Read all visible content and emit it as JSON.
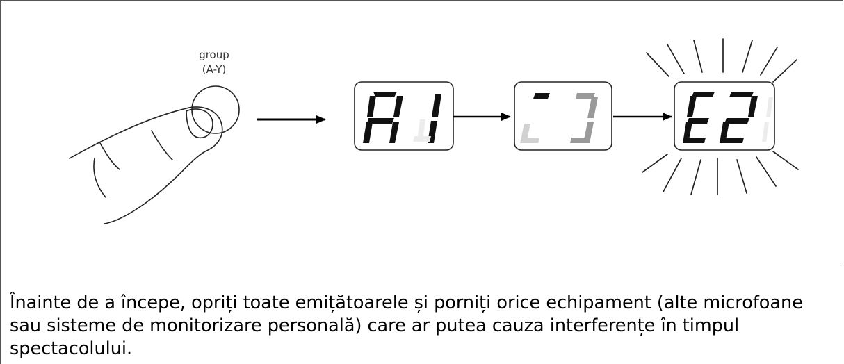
{
  "button": {
    "label_line1": "group",
    "label_line2": "(A-Y)"
  },
  "displays": [
    {
      "id": "start",
      "chars": [
        "A",
        "1"
      ],
      "state": "current"
    },
    {
      "id": "scanning",
      "chars": [
        "[",
        "]"
      ],
      "state": "scanning"
    },
    {
      "id": "result",
      "chars": [
        "E",
        "2"
      ],
      "state": "flashing"
    }
  ],
  "instruction": "Înainte de a începe, opriți toate emițătoarele și porniți orice echipament (alte microfoane sau sisteme de monitorizare personală) care ar putea cauza interferențe în timpul spectacolului.",
  "icons": [
    "finger-press-icon",
    "arrow-right-icon",
    "flash-rays-icon"
  ]
}
